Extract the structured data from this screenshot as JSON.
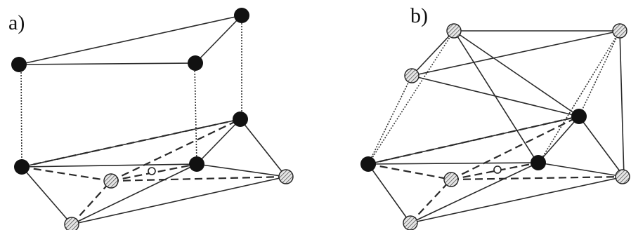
{
  "panels": [
    {
      "id": "a",
      "label": "a)"
    },
    {
      "id": "b",
      "label": "b)"
    }
  ],
  "colors": {
    "atom_filled": "#111111",
    "atom_hatched": "#9a9a9a",
    "line": "#2a2a2a"
  }
}
